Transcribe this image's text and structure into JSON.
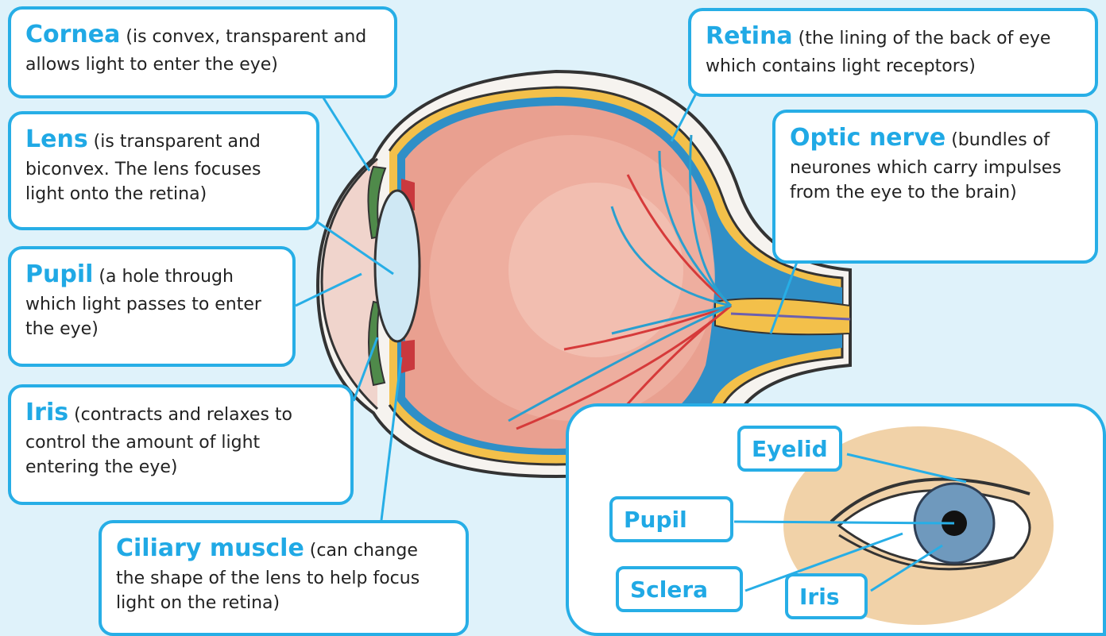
{
  "labels": {
    "cornea": {
      "term": "Cornea",
      "desc": " (is convex, transparent and allows light to enter the eye)"
    },
    "lens": {
      "term": "Lens",
      "desc": " (is transparent and biconvex. The lens focuses light onto the retina)"
    },
    "pupil": {
      "term": "Pupil",
      "desc": " (a hole through which light passes to enter the eye)"
    },
    "iris": {
      "term": "Iris",
      "desc": " (contracts and relaxes to control the amount of light entering the eye)"
    },
    "ciliary": {
      "term": "Ciliary muscle",
      "desc": " (can change the shape of the lens to help focus light on the retina)"
    },
    "retina": {
      "term": "Retina",
      "desc": " (the lining of the back of eye which contains light receptors)"
    },
    "optic": {
      "term": "Optic nerve",
      "desc": " (bundles of neurones which carry impulses from the eye to the brain)"
    }
  },
  "inset_tags": {
    "eyelid": "Eyelid",
    "pupil": "Pupil",
    "sclera": "Sclera",
    "iris": "Iris"
  },
  "colors": {
    "accent": "#27aee6",
    "eye_fill": "#e9a090",
    "retina_yellow": "#f3c04a",
    "vessel_red": "#d63a3a",
    "vessel_blue": "#2a9fcf"
  }
}
